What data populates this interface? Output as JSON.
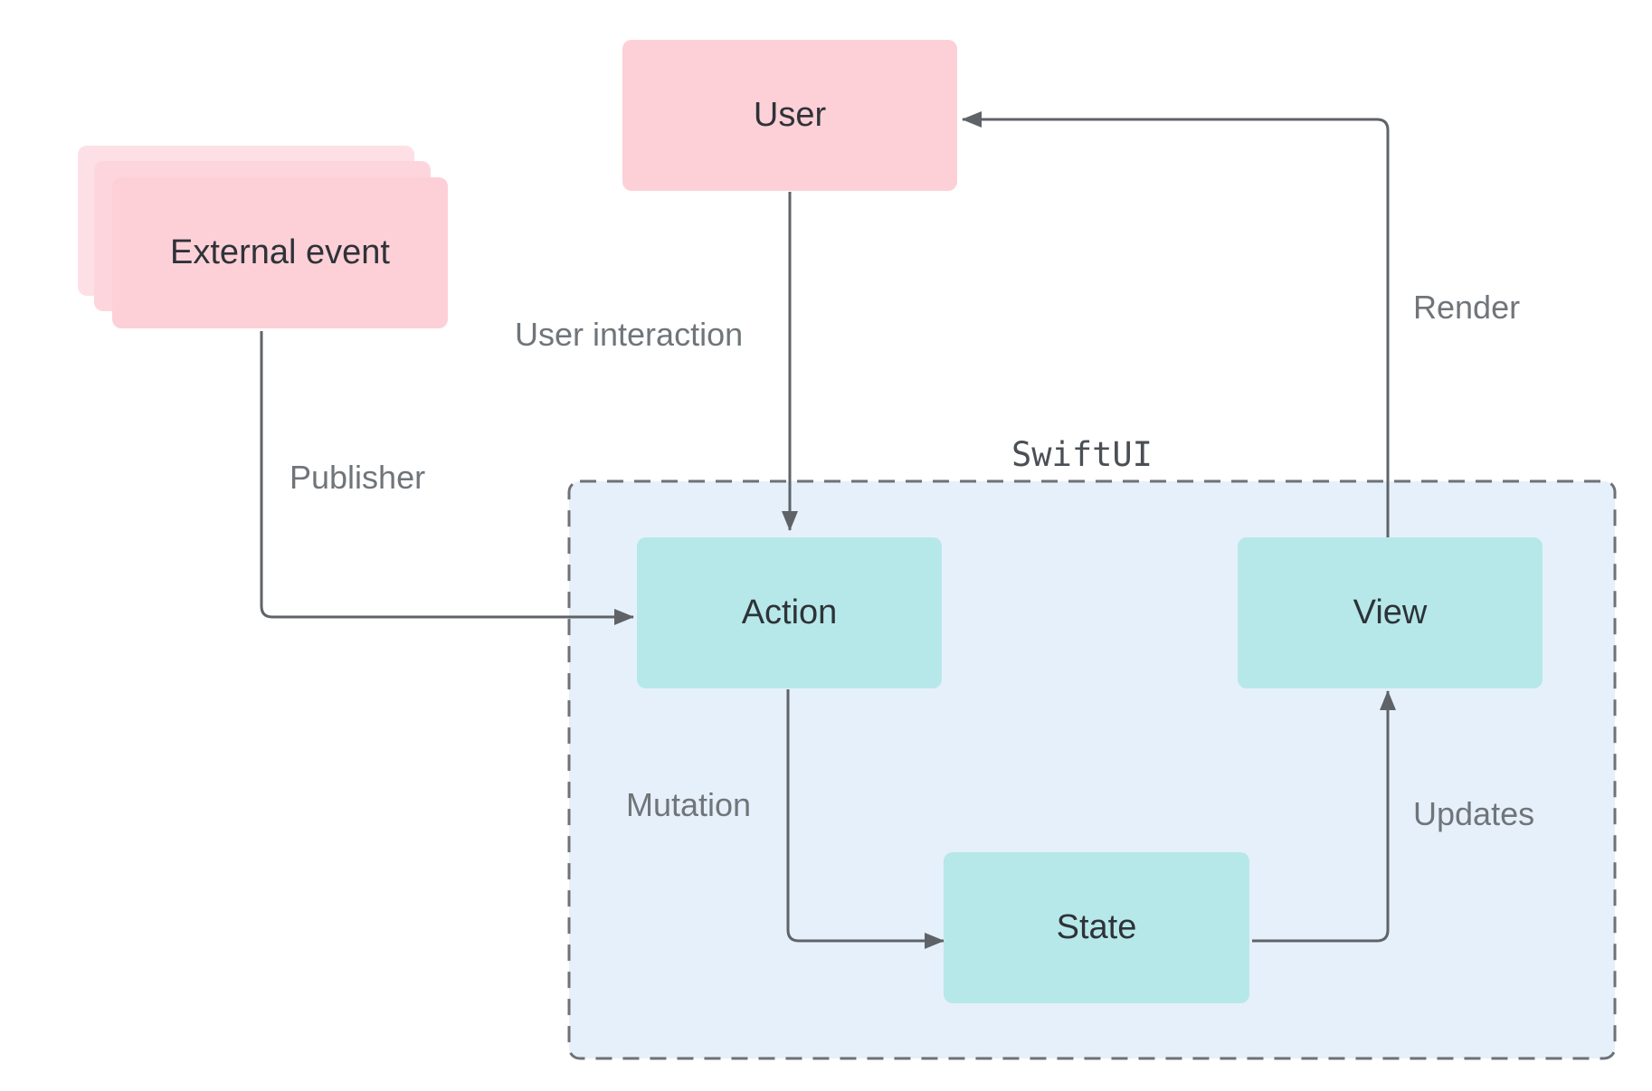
{
  "diagram": {
    "boundary": {
      "label": "SwiftUI",
      "fill": "#e6f0fa",
      "border": "#6e7277"
    },
    "nodes": {
      "user": "User",
      "external_event": "External event",
      "action": "Action",
      "view": "View",
      "state": "State"
    },
    "edges": {
      "user_interaction": "User interaction",
      "publisher": "Publisher",
      "render": "Render",
      "mutation": "Mutation",
      "updates": "Updates"
    },
    "colors": {
      "external_node": "#fdd0d8",
      "internal_node": "#b6e8ea",
      "arrow": "#5f6368"
    }
  }
}
